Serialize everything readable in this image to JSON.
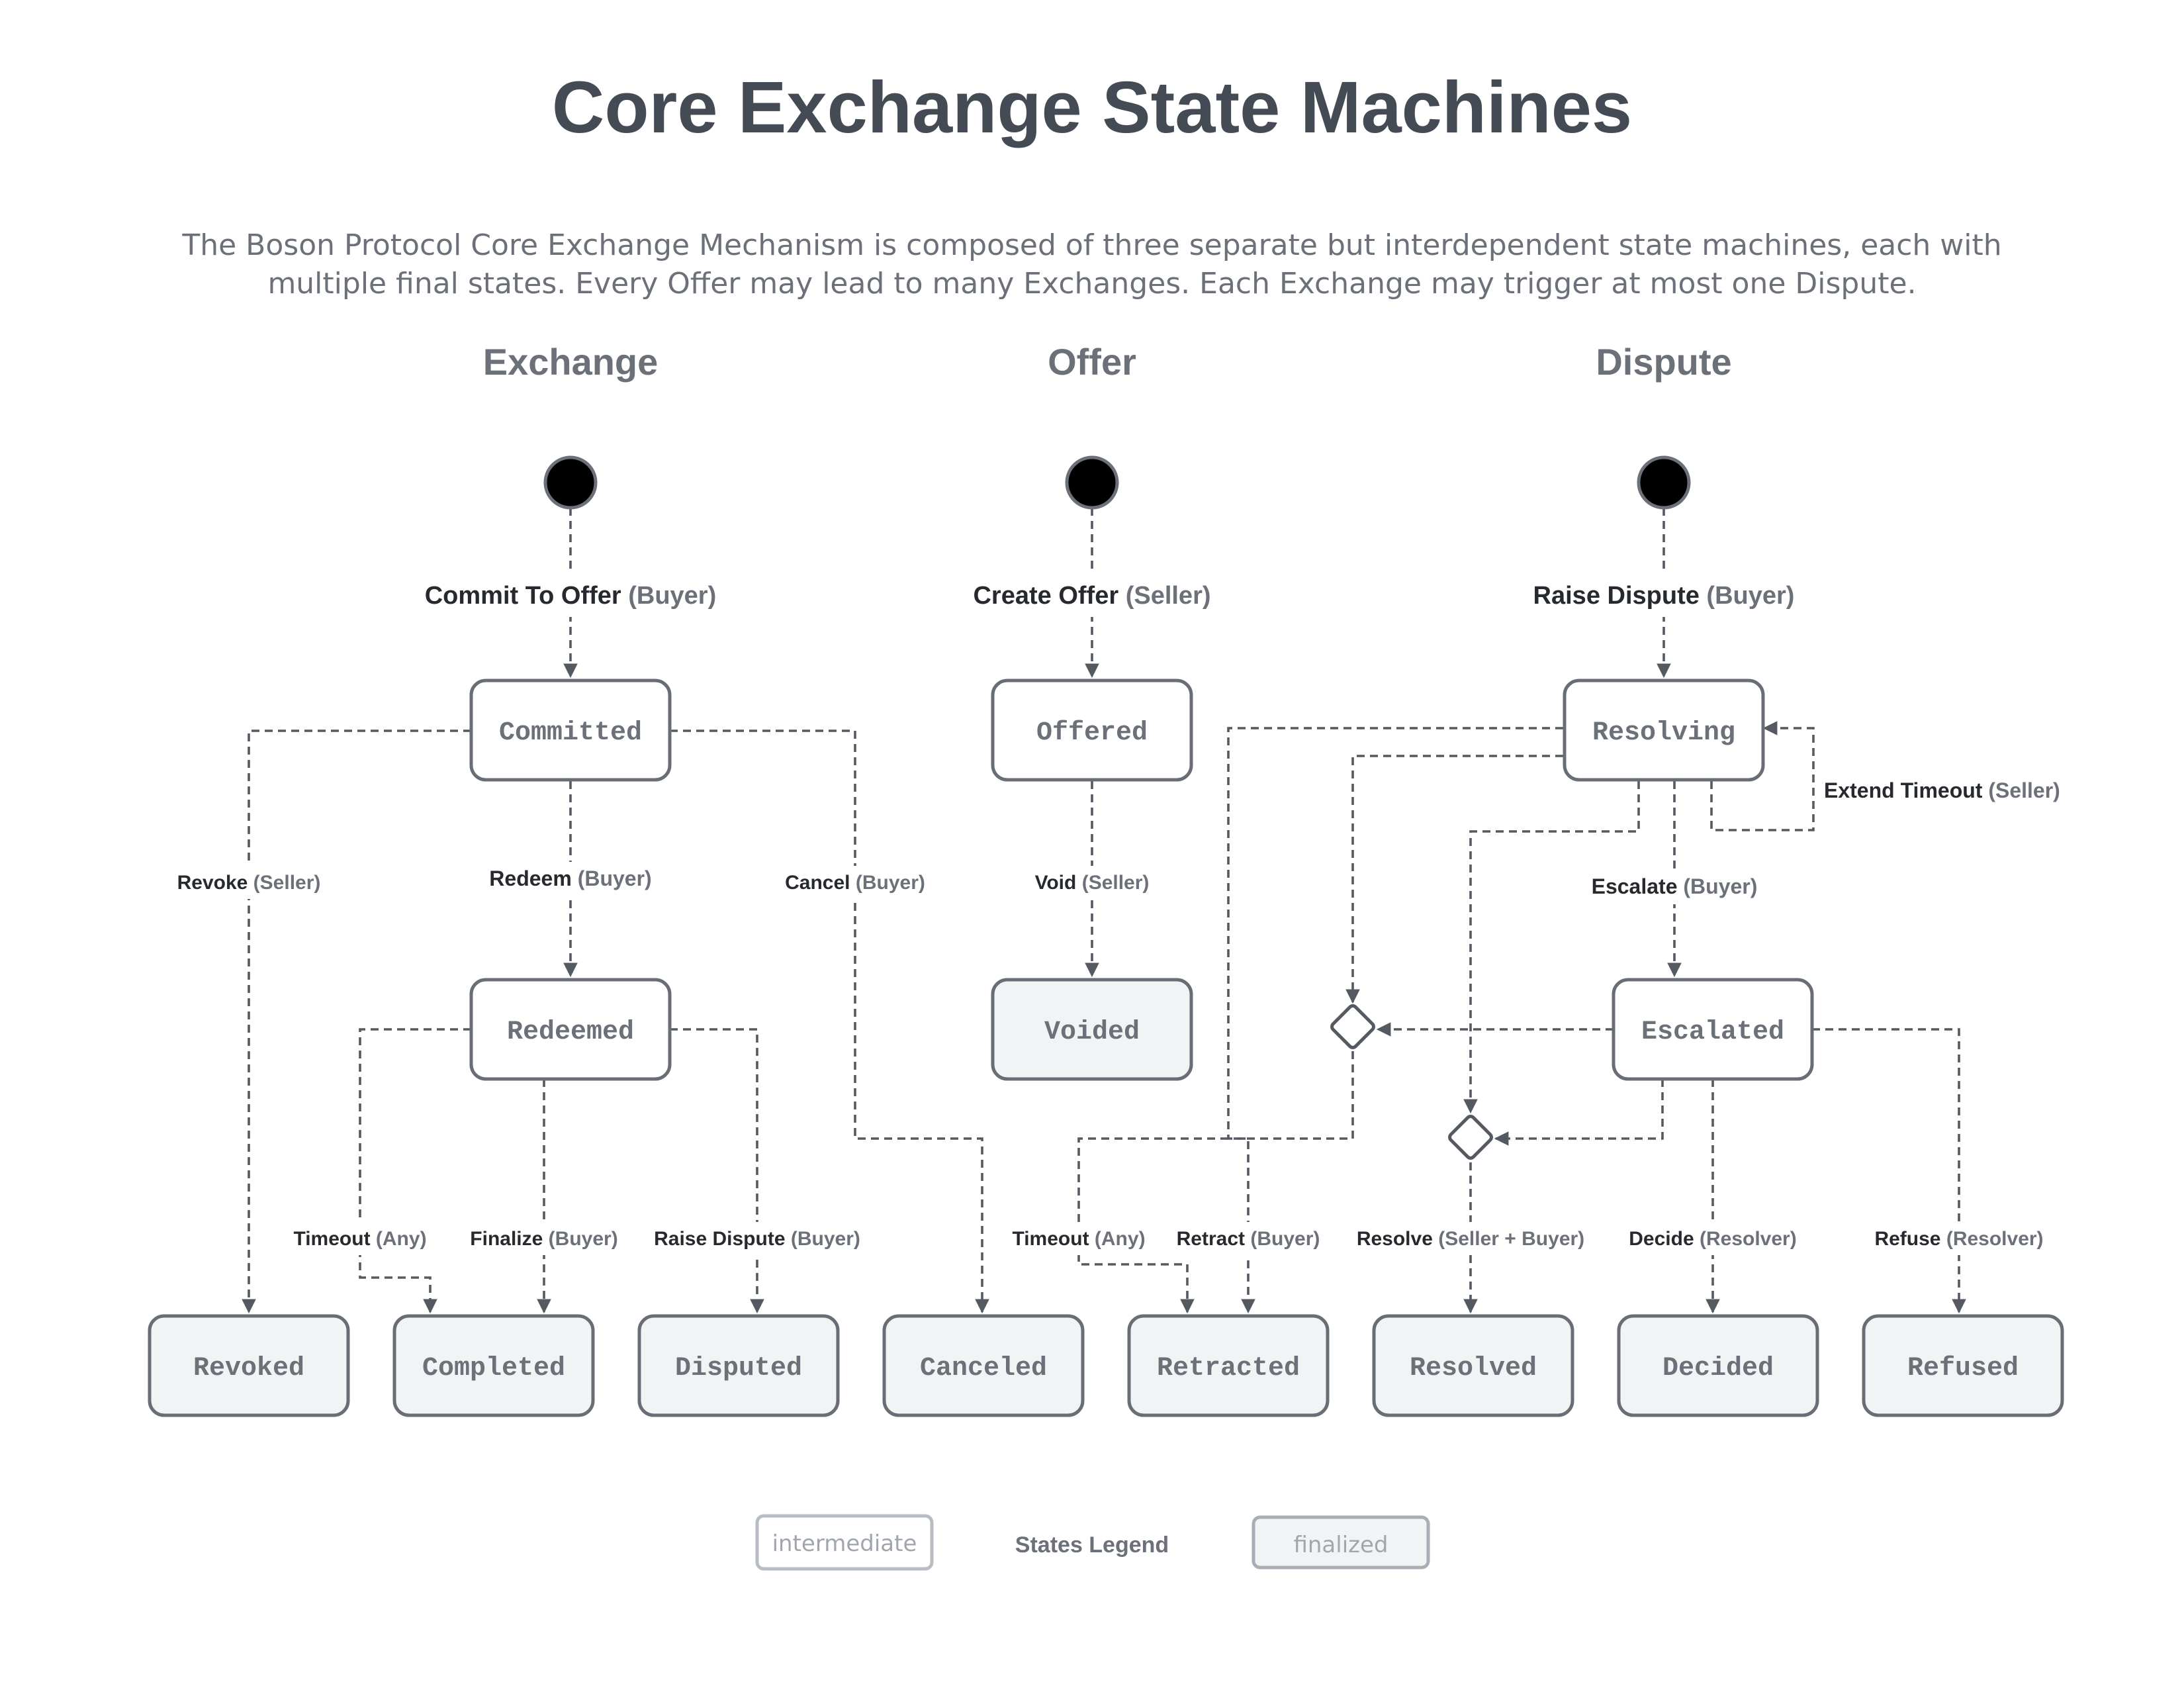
{
  "header": {
    "title": "Core Exchange State Machines",
    "description_line1": "The Boson Protocol Core Exchange Mechanism is composed of three separate but interdependent state machines, each with",
    "description_line2": "multiple final states. Every Offer may  lead to many Exchanges. Each Exchange may trigger at most one Dispute."
  },
  "columns": {
    "exchange": "Exchange",
    "offer": "Offer",
    "dispute": "Dispute"
  },
  "states": {
    "committed": "Committed",
    "redeemed": "Redeemed",
    "offered": "Offered",
    "voided": "Voided",
    "resolving": "Resolving",
    "escalated": "Escalated",
    "revoked": "Revoked",
    "completed": "Completed",
    "disputed": "Disputed",
    "canceled": "Canceled",
    "retracted": "Retracted",
    "resolved": "Resolved",
    "decided": "Decided",
    "refused": "Refused"
  },
  "transitions": {
    "commit": {
      "action": "Commit To Offer",
      "role": "(Buyer)"
    },
    "create": {
      "action": "Create Offer",
      "role": "(Seller)"
    },
    "raise": {
      "action": "Raise Dispute",
      "role": "(Buyer)"
    },
    "revoke": {
      "action": "Revoke",
      "role": "(Seller)"
    },
    "redeem": {
      "action": "Redeem",
      "role": "(Buyer)"
    },
    "cancel": {
      "action": "Cancel",
      "role": "(Buyer)"
    },
    "void": {
      "action": "Void",
      "role": "(Seller)"
    },
    "extend": {
      "action": "Extend Timeout",
      "role": "(Seller)"
    },
    "escalate": {
      "action": "Escalate",
      "role": "(Buyer)"
    },
    "timeout_exchange": {
      "action": "Timeout",
      "role": "(Any)"
    },
    "finalize": {
      "action": "Finalize",
      "role": "(Buyer)"
    },
    "raise_disputed": {
      "action": "Raise Dispute",
      "role": "(Buyer)"
    },
    "timeout_dispute": {
      "action": "Timeout",
      "role": "(Any)"
    },
    "retract": {
      "action": "Retract",
      "role": "(Buyer)"
    },
    "resolve": {
      "action": "Resolve",
      "role": "(Seller + Buyer)"
    },
    "decide": {
      "action": "Decide",
      "role": "(Resolver)"
    },
    "refuse": {
      "action": "Refuse",
      "role": "(Resolver)"
    }
  },
  "legend": {
    "title": "States Legend",
    "intermediate": "intermediate",
    "finalized": "finalized"
  },
  "colors": {
    "intermediate_fill": "#ffffff",
    "final_fill": "#f2f3f5",
    "border": "#686d76",
    "edge": "#555a62"
  }
}
